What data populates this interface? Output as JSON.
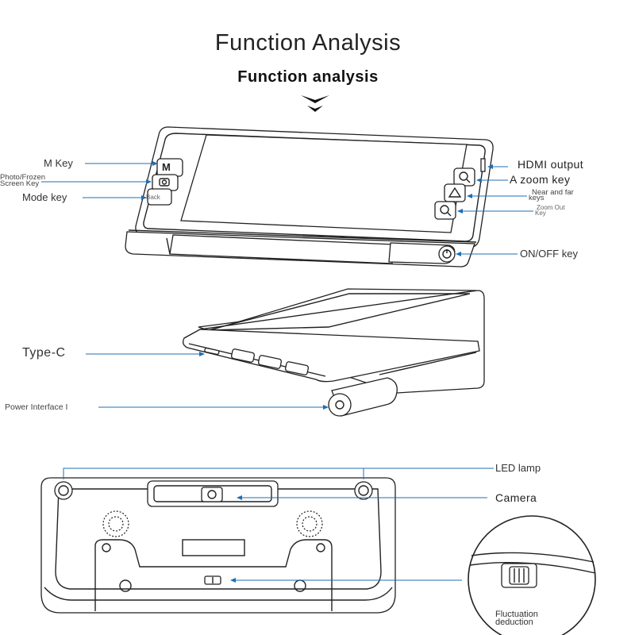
{
  "header": {
    "title": "Function Analysis",
    "subtitle": "Function analysis"
  },
  "front_view": {
    "labels": {
      "m_key": "M Key",
      "photo_frozen_line1": "Photo/Frozen",
      "photo_frozen_line2": "Screen Key",
      "mode_key": "Mode key",
      "back": "Back",
      "hdmi": "HDMI output",
      "zoom_in": "A zoom key",
      "near_far_line1": "Near and far",
      "near_far_line2": "keys",
      "zoom_out_line1": "Zoom Out",
      "zoom_out_line2": "Key",
      "on_off": "ON/OFF key"
    },
    "buttons": {
      "m": "M"
    }
  },
  "side_view": {
    "labels": {
      "type_c": "Type-C",
      "power_interface": "Power Interface I"
    }
  },
  "back_view": {
    "labels": {
      "led": "LED lamp",
      "camera": "Camera",
      "fluctuation_line1": "Fluctuation",
      "fluctuation_line2": "deduction"
    }
  },
  "colors": {
    "callout": "#1f6fb3",
    "device_outline": "#222222"
  },
  "icons": [
    "chevron-down-icon",
    "camera-icon",
    "zoom-in-icon",
    "triangle-icon",
    "zoom-out-icon",
    "power-icon"
  ]
}
